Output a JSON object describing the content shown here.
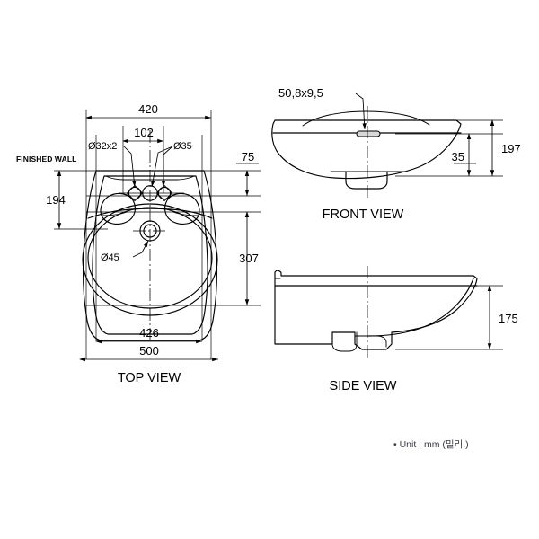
{
  "drawing": {
    "title": "Wash basin dimensional drawing",
    "background_color": "#ffffff",
    "line_color": "#000000",
    "unit_note": "• Unit : mm (밀리.)",
    "unit_note_color": "#3b3b45"
  },
  "top_view": {
    "title": "TOP VIEW",
    "labels": {
      "finished_wall": "FINISHED WALL",
      "width_overall": "500",
      "width_bowl": "426",
      "width_body": "420",
      "hole_spacing": "102",
      "hole_side": "Ø32x2",
      "hole_center": "Ø35",
      "drain": "Ø45",
      "depth_from_wall_to_holes": "75",
      "depth_left": "194",
      "depth_right": "307"
    }
  },
  "front_view": {
    "title": "FRONT VIEW",
    "labels": {
      "overflow_slot": "50,8x9,5",
      "rim_height": "35",
      "overall_height": "197"
    }
  },
  "side_view": {
    "title": "SIDE VIEW",
    "labels": {
      "overall_depth": "175"
    }
  }
}
